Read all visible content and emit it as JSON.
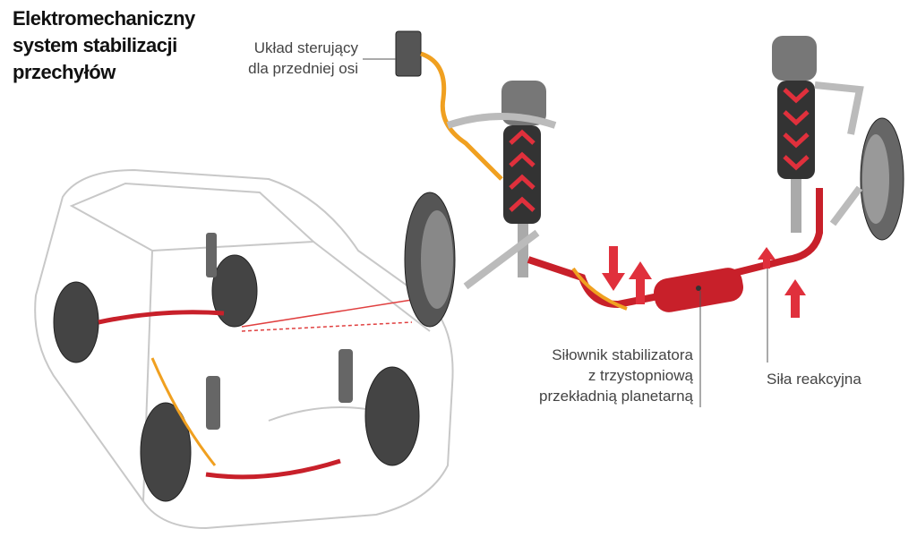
{
  "title": [
    "Elektromechaniczny",
    "system stabilizacji",
    "przechyłów"
  ],
  "labels": {
    "control_unit": [
      "Układ sterujący",
      "dla przedniej osi"
    ],
    "actuator": [
      "Siłownik stabilizatora",
      "z trzystopniową",
      "przekładnią planetarną"
    ],
    "reaction_force": "Siła reakcyjna"
  },
  "colors": {
    "stabilizer": "#c8202a",
    "cable": "#f0a020",
    "arrow": "#e0303c",
    "metal": "#9a9a9a"
  }
}
